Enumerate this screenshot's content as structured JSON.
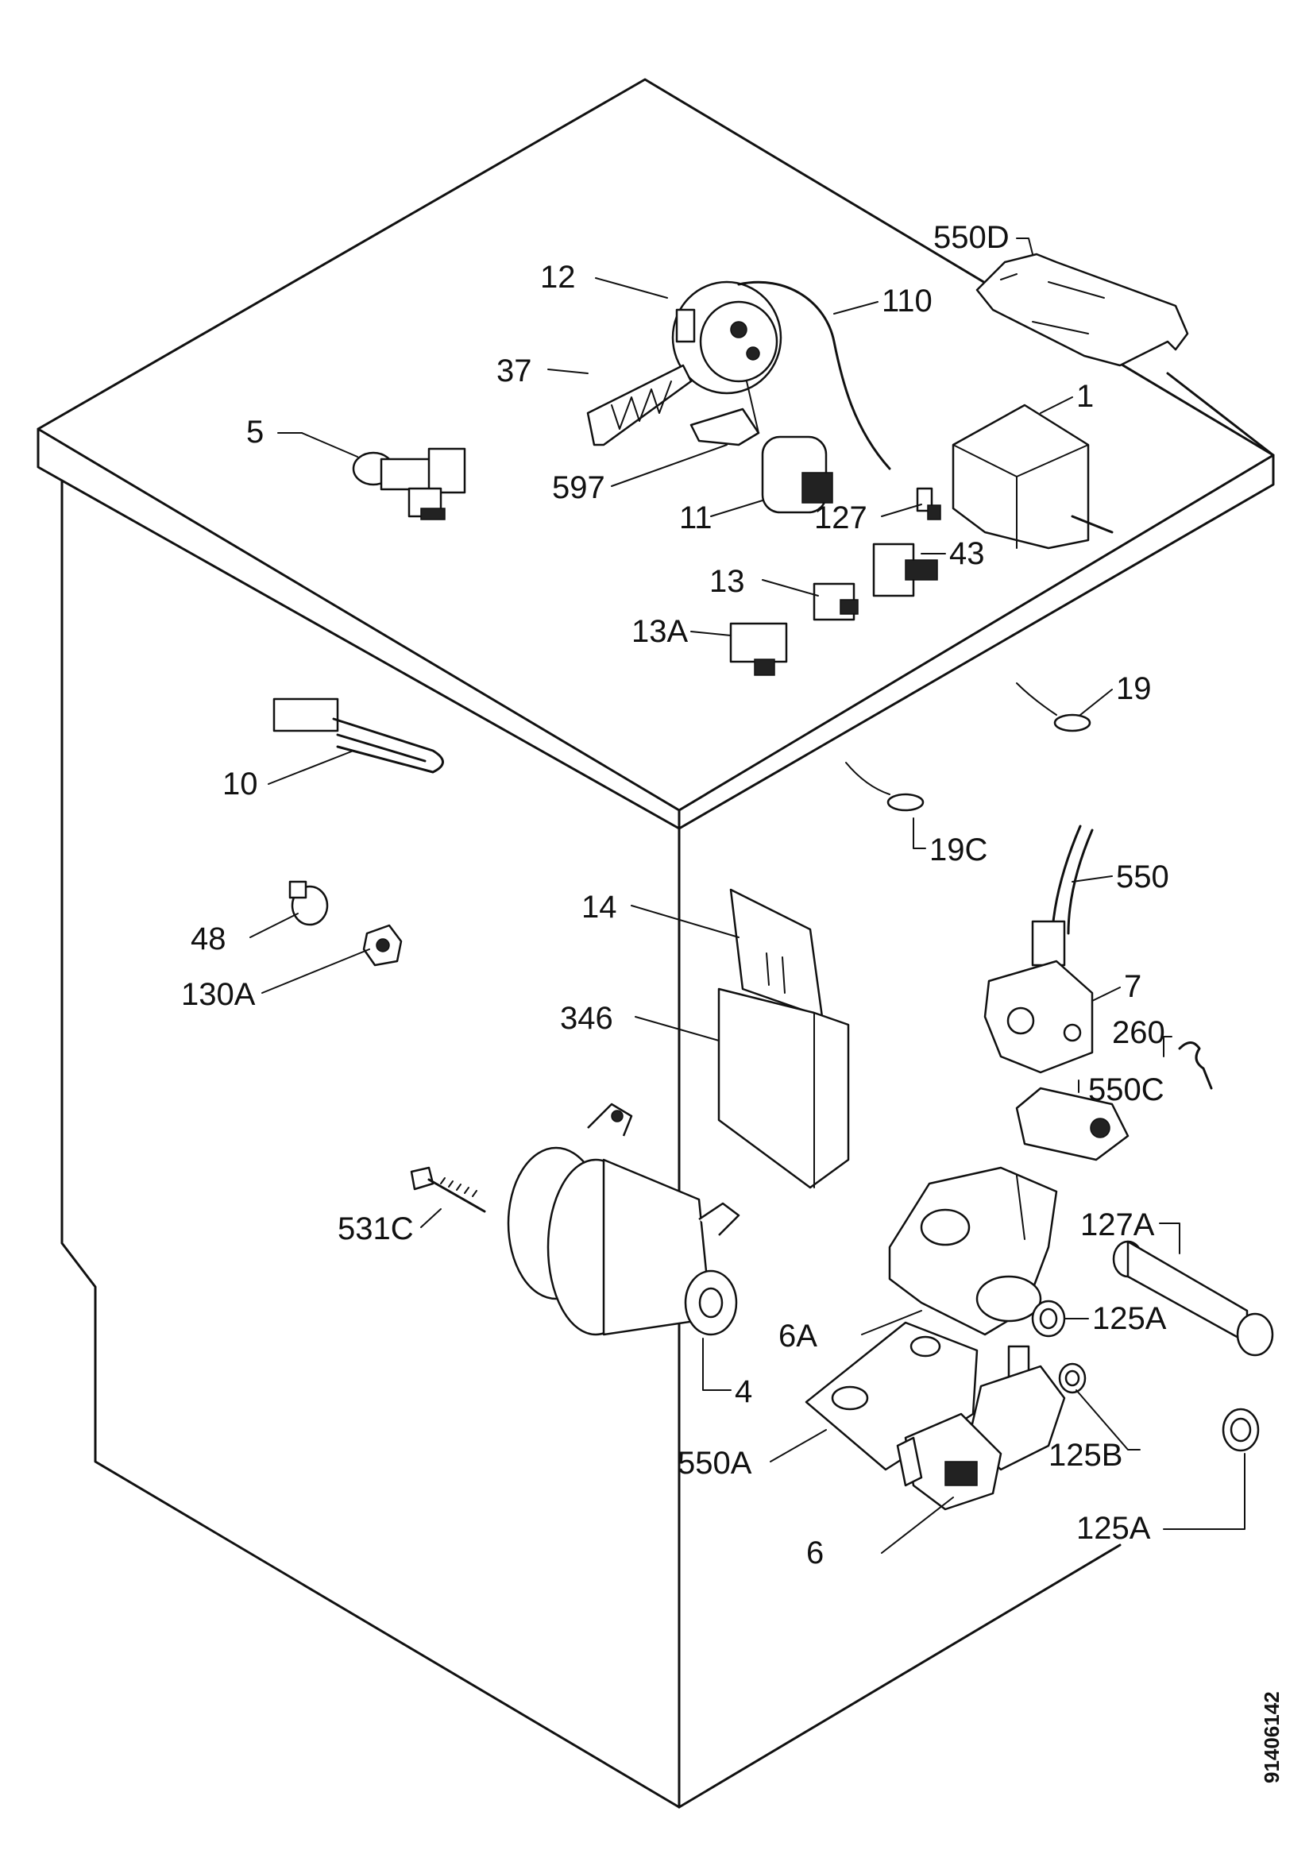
{
  "document_id": "91406142",
  "labels": {
    "p1": "1",
    "p4": "4",
    "p5": "5",
    "p6": "6",
    "p6a": "6A",
    "p7": "7",
    "p10": "10",
    "p11": "11",
    "p12": "12",
    "p13": "13",
    "p13a": "13A",
    "p14": "14",
    "p19": "19",
    "p19c": "19C",
    "p37": "37",
    "p43": "43",
    "p48": "48",
    "p110": "110",
    "p125a_top": "125A",
    "p125a_bottom": "125A",
    "p125b": "125B",
    "p127": "127",
    "p127a": "127A",
    "p130a": "130A",
    "p260": "260",
    "p346": "346",
    "p531c": "531C",
    "p550": "550",
    "p550a": "550A",
    "p550c": "550C",
    "p550d": "550D",
    "p597": "597"
  }
}
